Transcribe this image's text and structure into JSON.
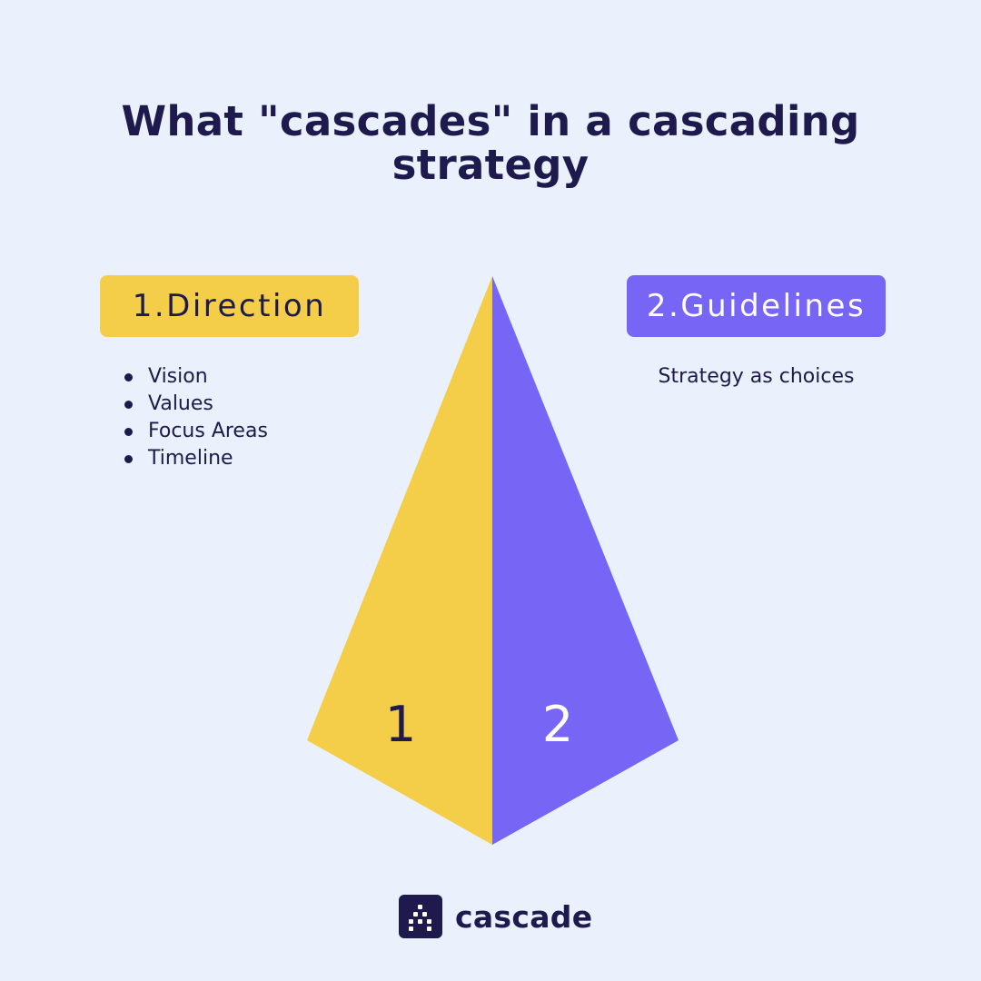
{
  "title": "What \"cascades\" in a cascading strategy",
  "colors": {
    "background": "#eaf1fd",
    "navy": "#1e1a4d",
    "yellow": "#f4ce48",
    "purple": "#7766f6"
  },
  "direction": {
    "label": "1.Direction",
    "items": [
      "Vision",
      "Values",
      "Focus Areas",
      "Timeline"
    ]
  },
  "guidelines": {
    "label": "2.Guidelines",
    "text": "Strategy as choices"
  },
  "pyramid": {
    "left_number": "1",
    "right_number": "2"
  },
  "brand": {
    "logo_icon": "cascade-logo-icon",
    "name": "cascade"
  }
}
